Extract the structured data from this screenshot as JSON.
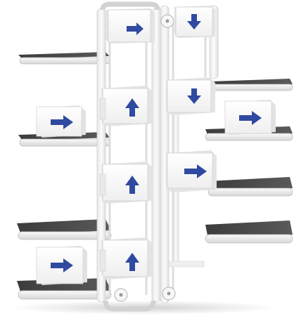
{
  "scene": {
    "subject": "vertical-conveyor-elevator",
    "colors": {
      "background": "#ffffff",
      "frame": "#f3f3f3",
      "frame_edge": "#c9c9c9",
      "belt_top": "#4a4a4a",
      "belt_side": "#f2f2f2",
      "box_face": "#f7f7f7",
      "box_side": "#e3e3e3",
      "arrow": "#2f4aa0"
    },
    "icons": {
      "arrow_up": "arrow-up-icon",
      "arrow_down": "arrow-down-icon",
      "arrow_right": "arrow-right-icon"
    },
    "carriers": {
      "up_lift": [
        "arrow-right",
        "arrow-up",
        "arrow-up",
        "arrow-up"
      ],
      "down_lift": [
        "arrow-down",
        "arrow-down",
        "arrow-right"
      ]
    },
    "shelves": {
      "left_count": 4,
      "right_count": 4,
      "left_loaded": 2,
      "right_loaded": 1
    }
  }
}
